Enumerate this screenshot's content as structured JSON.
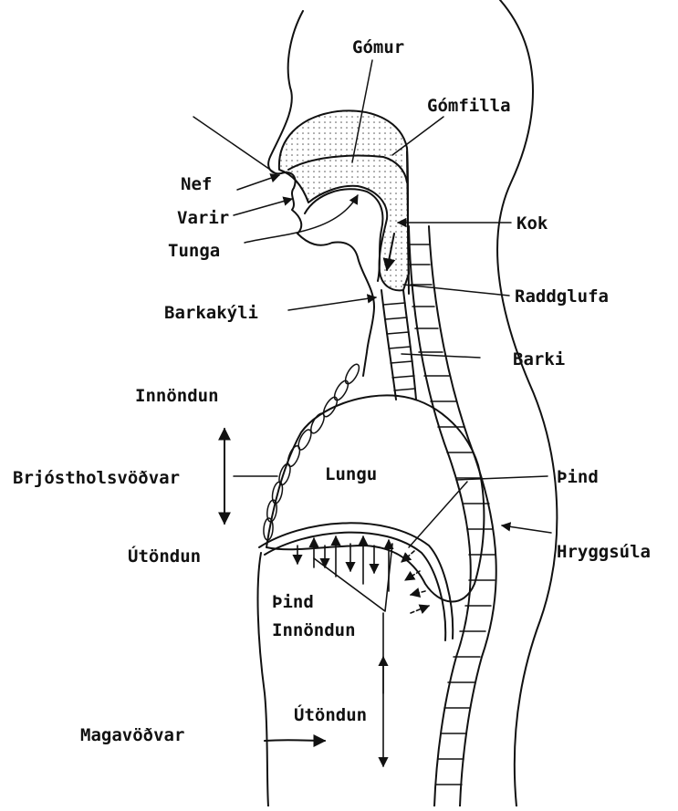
{
  "labels": {
    "gomur": "Gómur",
    "gomfilla": "Gómfilla",
    "nef": "Nef",
    "varir": "Varir",
    "tunga": "Tunga",
    "kok": "Kok",
    "raddglufa": "Raddglufa",
    "barkakyli": "Barkakýli",
    "barki": "Barki",
    "inondun_top": "Innöndun",
    "brjostholsvodvar": "Brjóstholsvöðvar",
    "lungu": "Lungu",
    "pind_right": "Þind",
    "utondun_left": "Útöndun",
    "hryggsula": "Hryggsúla",
    "pind_center": "Þind",
    "inondun_center": "Innöndun",
    "utondun_bottom": "Útöndun",
    "magavodvar": "Magavöðvar"
  },
  "colors": {
    "ink": "#111111",
    "background": "#ffffff",
    "stipple": "#f2f2f2"
  }
}
